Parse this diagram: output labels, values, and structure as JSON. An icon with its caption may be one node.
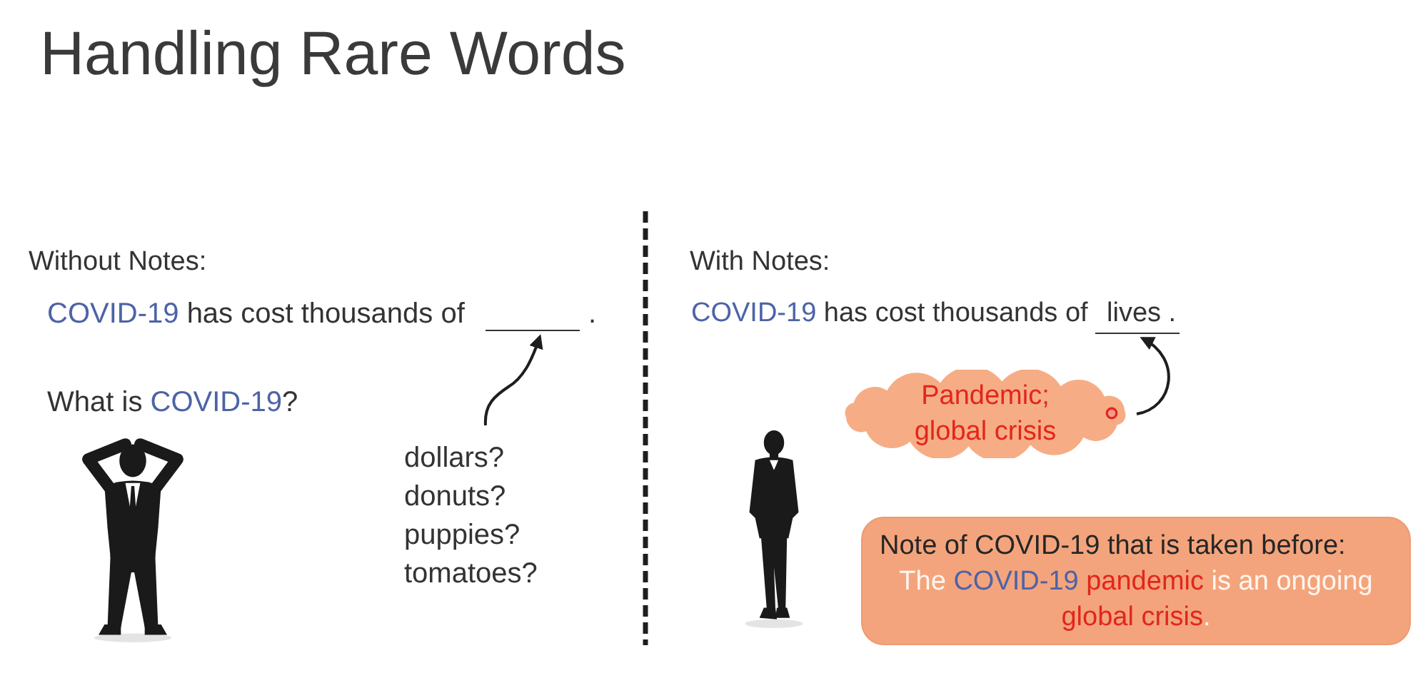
{
  "diagram": {
    "title": "Handling Rare Words",
    "nodes": [
      {
        "text": [],
        "shape": "line"
      },
      {
        "text": [
          "dollars?",
          "donuts?",
          "puppies?",
          "tomatoes?"
        ]
      },
      {
        "text": [
          "lives ."
        ]
      },
      {
        "text": [
          "Pandemic; global crisis"
        ]
      },
      {
        "text": [
          "Note of COVID-19 that is taken before:",
          "The COVID-19 pandemic is an ongoing global crisis."
        ]
      }
    ],
    "edges": [
      {
        "from": 1,
        "to": 0,
        "arrow": "to"
      },
      {
        "from": 3,
        "to": 2,
        "arrow": "to"
      }
    ],
    "labels": [
      "Without Notes:",
      "COVID-19 has cost thousands of",
      ".",
      "What is COVID-19?",
      "With Notes:",
      "COVID-19 has cost thousands of"
    ]
  }
}
